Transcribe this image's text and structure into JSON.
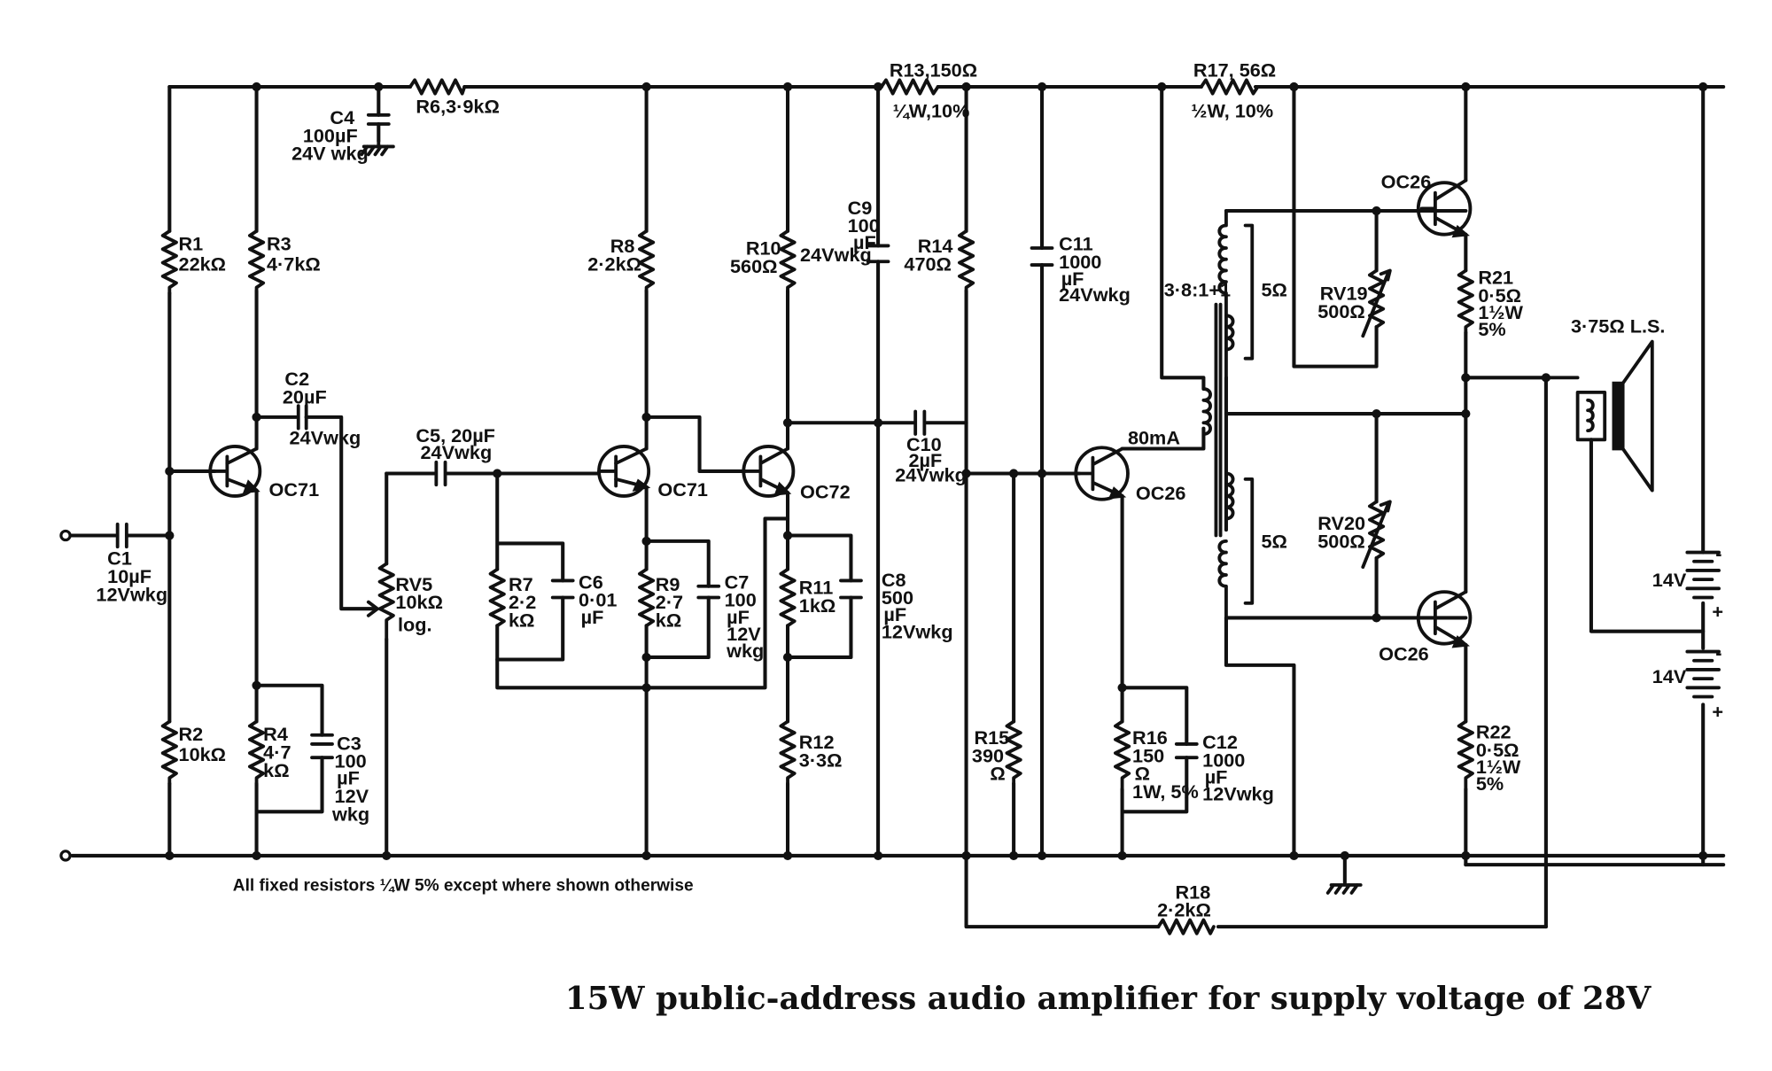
{
  "caption": "15W public-address audio amplifier for supply voltage of 28V",
  "note": "All fixed resistors ¼W 5% except where shown otherwise",
  "components": {
    "C1": [
      "C1",
      "10µF",
      "12Vwkg"
    ],
    "R1": [
      "R1",
      "22kΩ"
    ],
    "R2": [
      "R2",
      "10kΩ"
    ],
    "R3": [
      "R3",
      "4·7kΩ"
    ],
    "C4": [
      "C4",
      "100µF",
      "24V wkg"
    ],
    "R6": [
      "R6,3·9kΩ"
    ],
    "C2": [
      "C2",
      "20µF",
      "24Vwkg"
    ],
    "Q1": [
      "OC71"
    ],
    "R4": [
      "R4",
      "4·7",
      "kΩ"
    ],
    "C3": [
      "C3",
      "100",
      "µF",
      "12V",
      "wkg"
    ],
    "RV5": [
      "RV5",
      "10kΩ",
      "log."
    ],
    "C5": [
      "C5, 20µF",
      "24Vwkg"
    ],
    "R7": [
      "R7",
      "2·2",
      "kΩ"
    ],
    "C6": [
      "C6",
      "0·01",
      "µF"
    ],
    "R8": [
      "R8",
      "2·2kΩ"
    ],
    "Q2": [
      "OC71"
    ],
    "R9": [
      "R9",
      "2·7",
      "kΩ"
    ],
    "C7": [
      "C7",
      "100",
      "µF",
      "12V",
      "wkg"
    ],
    "R10": [
      "R10",
      "560Ω"
    ],
    "Q3": [
      "OC72"
    ],
    "R11": [
      "R11",
      "1kΩ"
    ],
    "C8": [
      "C8",
      "500",
      "µF",
      "12Vwkg"
    ],
    "R12": [
      "R12",
      "3·3Ω"
    ],
    "R13": [
      "R13,150Ω",
      "¼W,10%"
    ],
    "C9": [
      "C9",
      "100",
      "µF",
      "24Vwkg"
    ],
    "R14": [
      "R14",
      "470Ω"
    ],
    "C10": [
      "C10",
      "2µF",
      "24Vwkg"
    ],
    "R15": [
      "R15",
      "390",
      "Ω"
    ],
    "C11": [
      "C11",
      "1000",
      "µF",
      "24Vwkg"
    ],
    "Q4": [
      "80mA",
      "OC26"
    ],
    "R16": [
      "R16",
      "150",
      "Ω",
      "1W, 5%"
    ],
    "C12": [
      "C12",
      "1000",
      "µF",
      "12Vwkg"
    ],
    "R17": [
      "R17, 56Ω",
      "½W, 10%"
    ],
    "T1": [
      "3·8:1+1",
      "5Ω",
      "5Ω"
    ],
    "RV19": [
      "RV19",
      "500Ω"
    ],
    "RV20": [
      "RV20",
      "500Ω"
    ],
    "Q5": [
      "OC26"
    ],
    "Q6": [
      "OC26"
    ],
    "R21": [
      "R21",
      "0·5Ω",
      "1½W",
      "5%"
    ],
    "R22": [
      "R22",
      "0·5Ω",
      "1½W",
      "5%"
    ],
    "LS": [
      "3·75Ω L.S."
    ],
    "R18": [
      "R18",
      "2·2kΩ"
    ],
    "B1": [
      "14V"
    ],
    "B2": [
      "14V"
    ],
    "signs": [
      "-",
      "+",
      "-",
      "+"
    ]
  }
}
